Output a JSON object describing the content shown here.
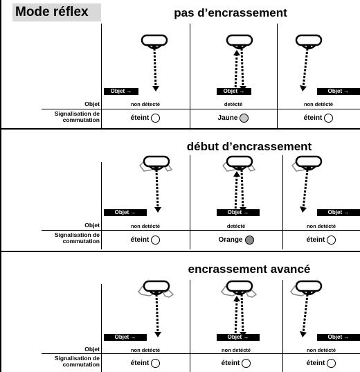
{
  "mode_title": "Mode réflex",
  "row_labels": {
    "object": "Objet",
    "signal": "Signalisation de\ncommutation"
  },
  "object_tag": "Objet →",
  "lamp_colors": {
    "off": "#ffffff",
    "yellow": "#c8c8c8",
    "orange": "#8c8c8c"
  },
  "sections": [
    {
      "title": "pas d’encrassement",
      "columns": [
        {
          "state": "non détecté",
          "signal": "éteint",
          "lamp": "off"
        },
        {
          "state": "detécté",
          "signal": "Jaune",
          "lamp": "yellow"
        },
        {
          "state": "non detécté",
          "signal": "éteint",
          "lamp": "off"
        }
      ]
    },
    {
      "title": "début d’encrassement",
      "columns": [
        {
          "state": "non detécté",
          "signal": "éteint",
          "lamp": "off"
        },
        {
          "state": "detécté",
          "signal": "Orange",
          "lamp": "orange"
        },
        {
          "state": "non detécté",
          "signal": "éteint",
          "lamp": "off"
        }
      ]
    },
    {
      "title": "encrassement avancé",
      "columns": [
        {
          "state": "non detécté",
          "signal": "éteint",
          "lamp": "off"
        },
        {
          "state": "non detécté",
          "signal": "éteint",
          "lamp": "off"
        },
        {
          "state": "non detécté",
          "signal": "éteint",
          "lamp": "off"
        }
      ]
    }
  ]
}
